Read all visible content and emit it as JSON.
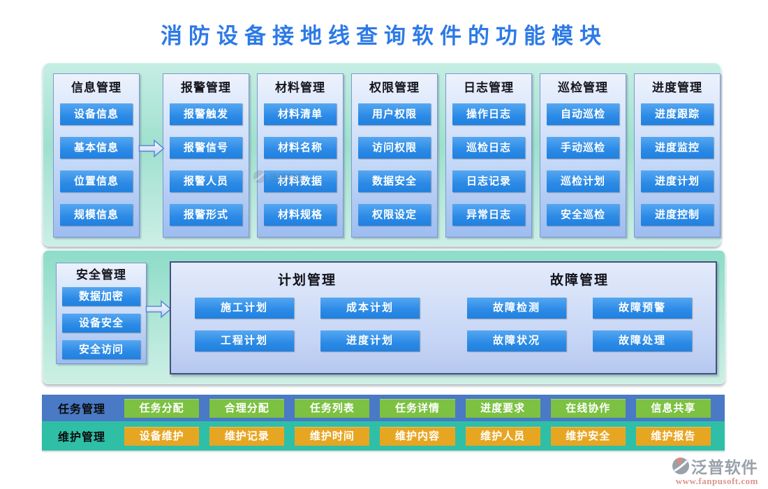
{
  "title": "消防设备接地线查询软件的功能模块",
  "panel1": {
    "columns": [
      {
        "header": "信息管理",
        "items": [
          "设备信息",
          "基本信息",
          "位置信息",
          "规模信息"
        ]
      },
      {
        "header": "报警管理",
        "items": [
          "报警触发",
          "报警信号",
          "报警人员",
          "报警形式"
        ]
      },
      {
        "header": "材料管理",
        "items": [
          "材料清单",
          "材料名称",
          "材料数据",
          "材料规格"
        ]
      },
      {
        "header": "权限管理",
        "items": [
          "用户权限",
          "访问权限",
          "数据安全",
          "权限设定"
        ]
      },
      {
        "header": "日志管理",
        "items": [
          "操作日志",
          "巡检日志",
          "日志记录",
          "异常日志"
        ]
      },
      {
        "header": "巡检管理",
        "items": [
          "自动巡检",
          "手动巡检",
          "巡检计划",
          "安全巡检"
        ]
      },
      {
        "header": "进度管理",
        "items": [
          "进度跟踪",
          "进度监控",
          "进度计划",
          "进度控制"
        ]
      }
    ]
  },
  "panel2": {
    "security": {
      "header": "安全管理",
      "items": [
        "数据加密",
        "设备安全",
        "安全访问"
      ]
    },
    "plan": {
      "header": "计划管理",
      "items": [
        "施工计划",
        "成本计划",
        "工程计划",
        "进度计划"
      ]
    },
    "fault": {
      "header": "故障管理",
      "items": [
        "故障检测",
        "故障预警",
        "故障状况",
        "故障处理"
      ]
    }
  },
  "task_row": {
    "label": "任务管理",
    "items": [
      "任务分配",
      "合理分配",
      "任务列表",
      "任务详情",
      "进度要求",
      "在线协作",
      "信息共享"
    ]
  },
  "maintenance_row": {
    "label": "维护管理",
    "items": [
      "设备维护",
      "维护记录",
      "维护时间",
      "维护内容",
      "维护人员",
      "维护安全",
      "维护报告"
    ]
  },
  "footer": {
    "brand": "泛普软件",
    "url": "www.fanpusoft.com"
  },
  "watermark": {
    "text": "泛普软件"
  },
  "colors": {
    "title_blue": "#2d7ae6",
    "module_button_blue": "#2b8ae6",
    "panel_teal": "#9fe0cf",
    "card_blue": "#c9dbf8",
    "task_row_bg": "#4a79c5",
    "task_button_green": "#7cc142",
    "maintenance_row_bg": "#2fbfa7",
    "maintenance_button_orange": "#e7a622",
    "brand_gray": "#99a1ab",
    "brand_url_salmon": "#db948b"
  }
}
